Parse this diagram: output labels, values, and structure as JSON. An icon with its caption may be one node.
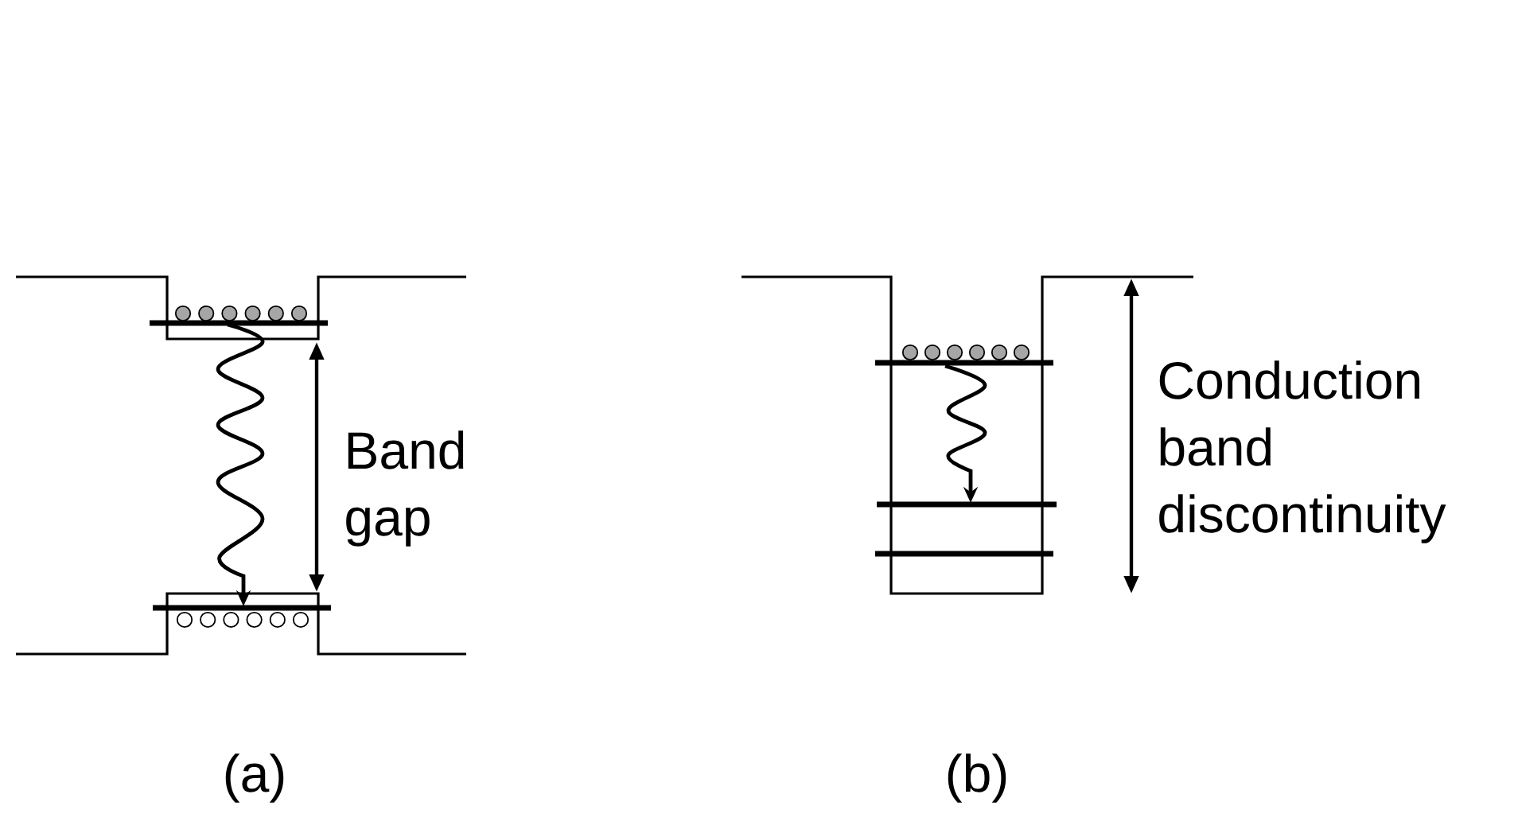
{
  "diagram": {
    "labels": [
      "Band gap",
      "Conduction band discontinuity",
      "(a)",
      "(b)"
    ]
  }
}
